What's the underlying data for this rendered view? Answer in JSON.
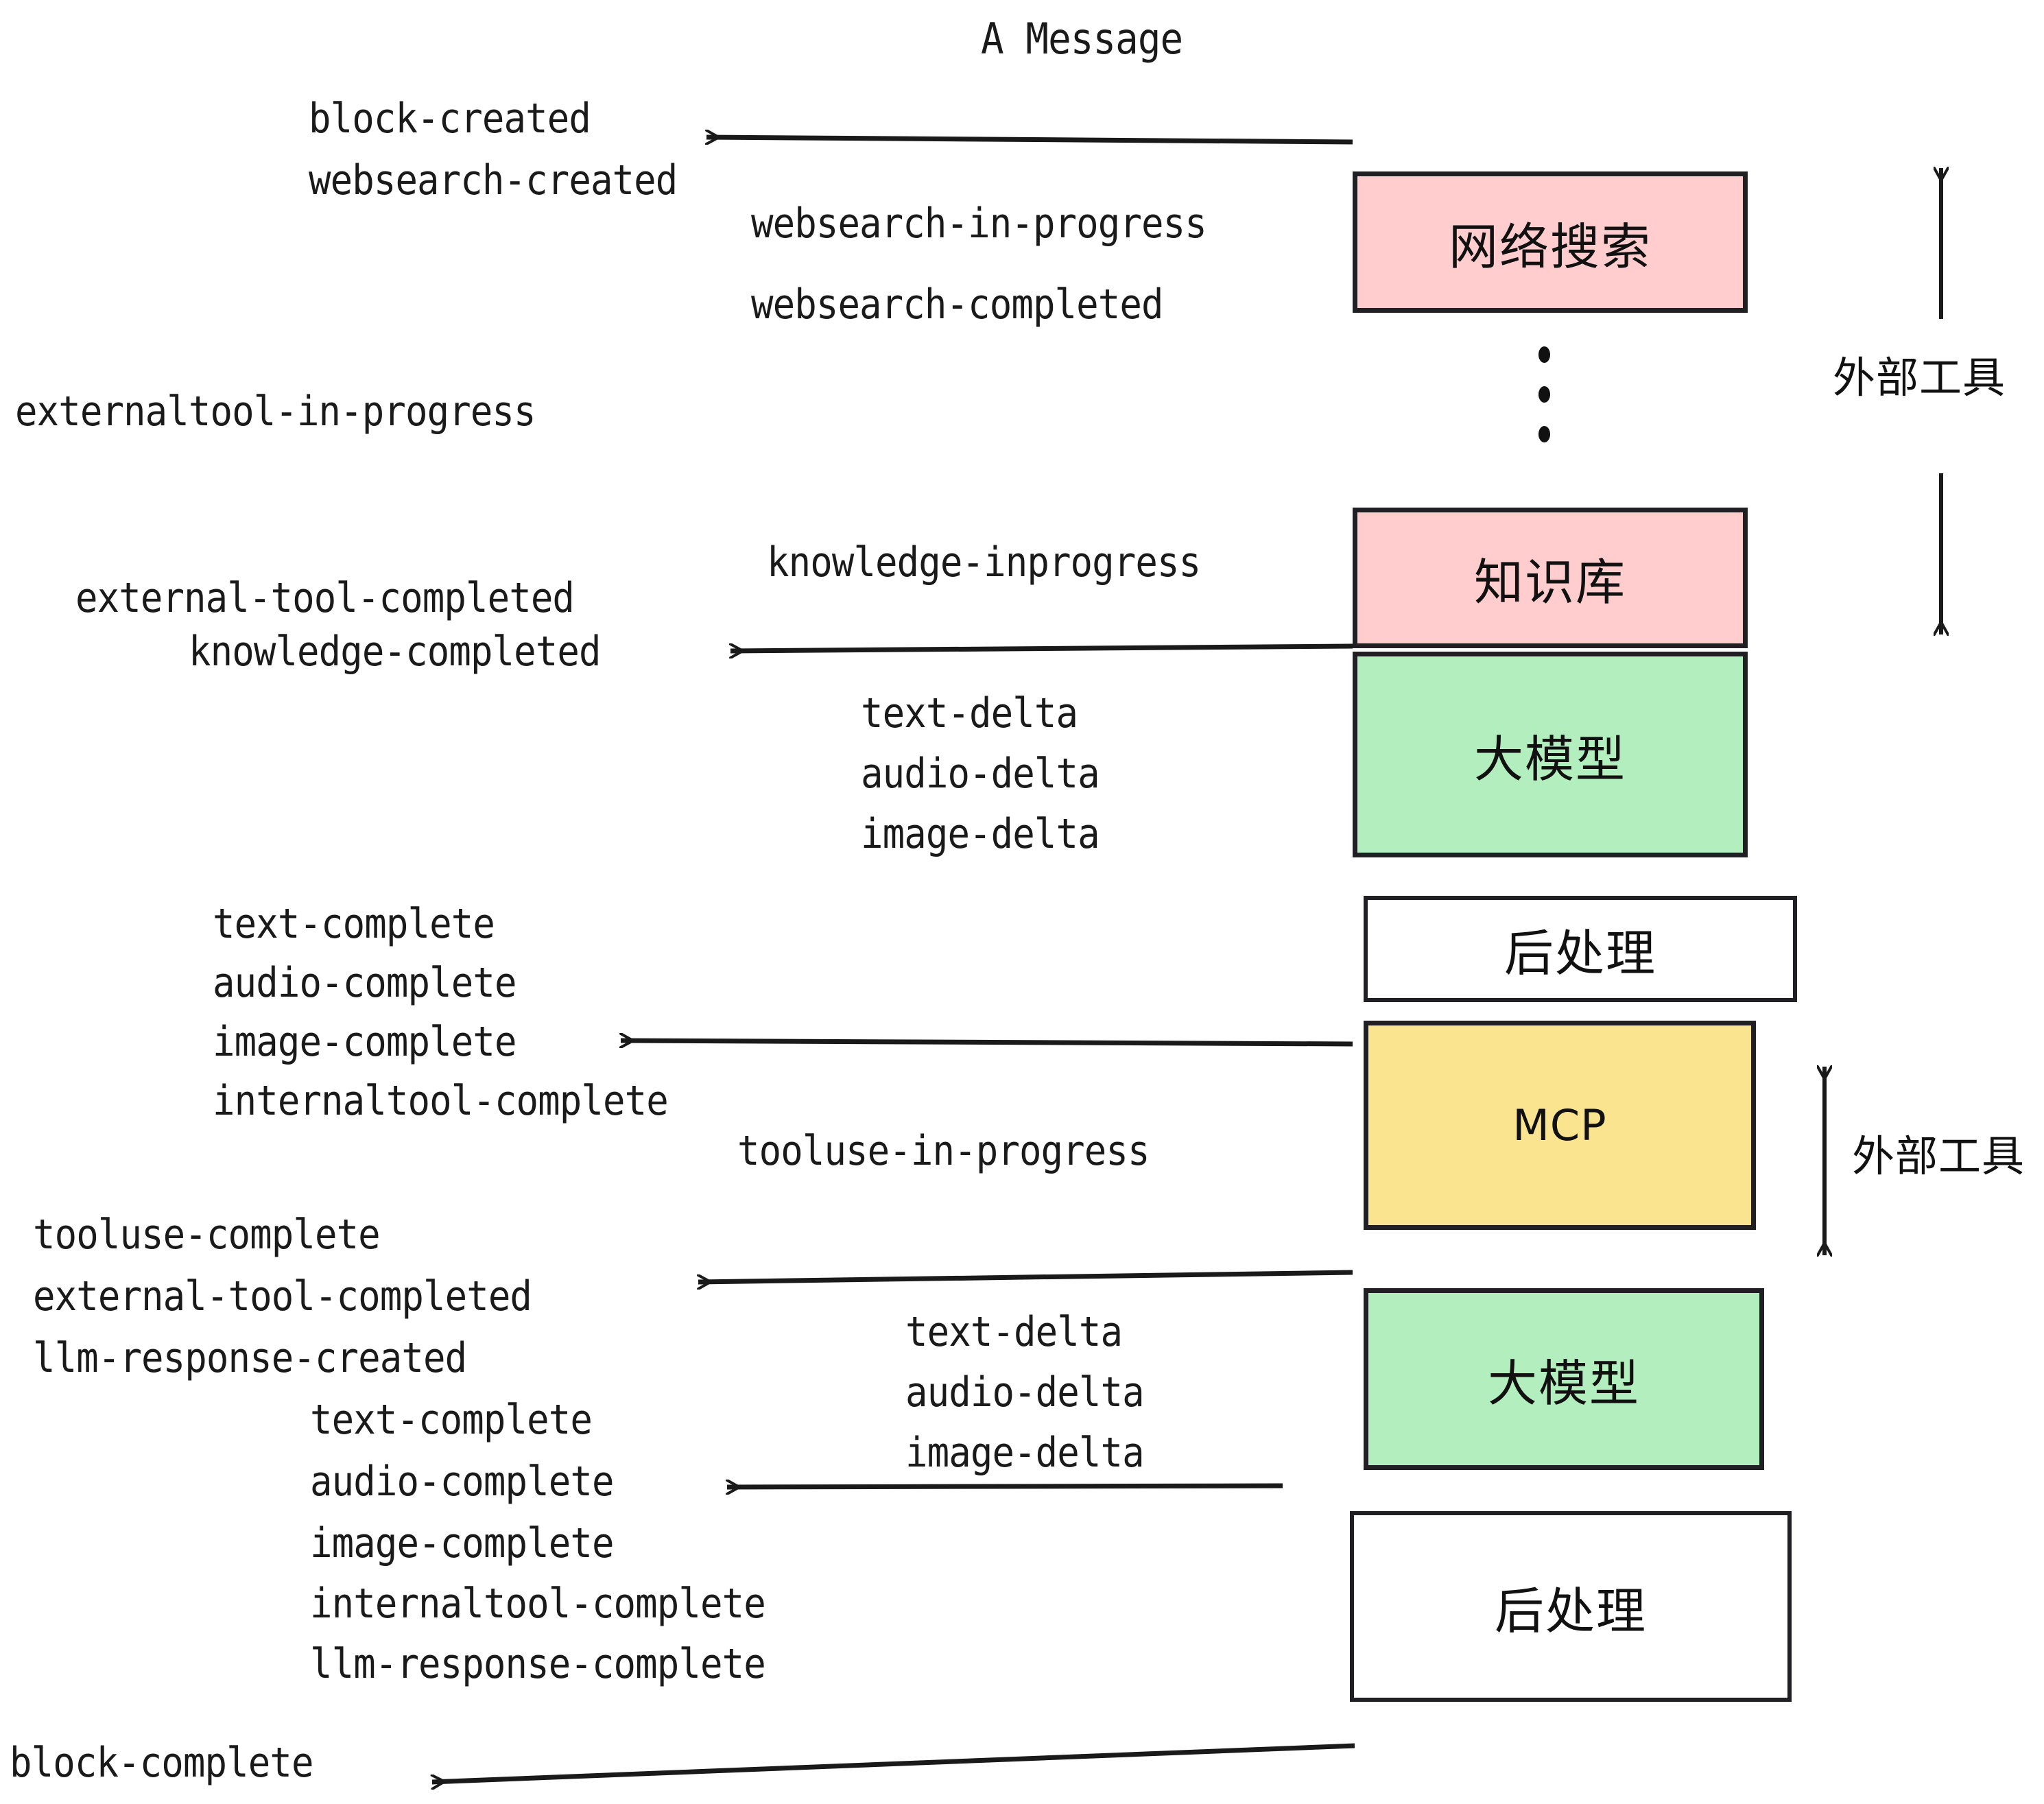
{
  "title": "A Message",
  "colors": {
    "pink": "#ffcdcd",
    "green": "#b3efbe",
    "yellow": "#fae48f",
    "white": "#ffffff",
    "stroke": "#1f1f24",
    "text": "#1a1a1a"
  },
  "boxes": [
    {
      "id": "websearch",
      "label": "网络搜索",
      "fill": "#ffcdcd"
    },
    {
      "id": "knowledge",
      "label": "知识库",
      "fill": "#ffcdcd"
    },
    {
      "id": "llm-1",
      "label": "大模型",
      "fill": "#b3efbe"
    },
    {
      "id": "postprocess-1",
      "label": "后处理",
      "fill": "#ffffff"
    },
    {
      "id": "mcp",
      "label": "MCP",
      "fill": "#fae48f"
    },
    {
      "id": "llm-2",
      "label": "大模型",
      "fill": "#b3efbe"
    },
    {
      "id": "postprocess-2",
      "label": "后处理",
      "fill": "#ffffff"
    }
  ],
  "brackets": [
    {
      "id": "external-tool-top",
      "label": "外部工具"
    },
    {
      "id": "external-tool-bottom",
      "label": "外部工具"
    }
  ],
  "events": {
    "block_created": "block-created",
    "websearch_created": "websearch-created",
    "websearch_in_progress": "websearch-in-progress",
    "websearch_completed": "websearch-completed",
    "externaltool_in_progress": "externaltool-in-progress",
    "knowledge_inprogress": "knowledge-inprogress",
    "external_tool_completed": "external-tool-completed",
    "knowledge_completed": "knowledge-completed",
    "text_delta": "text-delta",
    "audio_delta": "audio-delta",
    "image_delta": "image-delta",
    "text_complete": "text-complete",
    "audio_complete": "audio-complete",
    "image_complete": "image-complete",
    "internaltool_complete": "internaltool-complete",
    "tooluse_in_progress": "tooluse-in-progress",
    "tooluse_complete": "tooluse-complete",
    "external_tool_completed_2": "external-tool-completed",
    "llm_response_created": "llm-response-created",
    "text_complete_2": "text-complete",
    "audio_complete_2": "audio-complete",
    "image_complete_2": "image-complete",
    "internaltool_complete_2": "internaltool-complete",
    "llm_response_complete": "llm-response-complete",
    "text_delta_2": "text-delta",
    "audio_delta_2": "audio-delta",
    "image_delta_2": "image-delta",
    "block_complete": "block-complete"
  }
}
